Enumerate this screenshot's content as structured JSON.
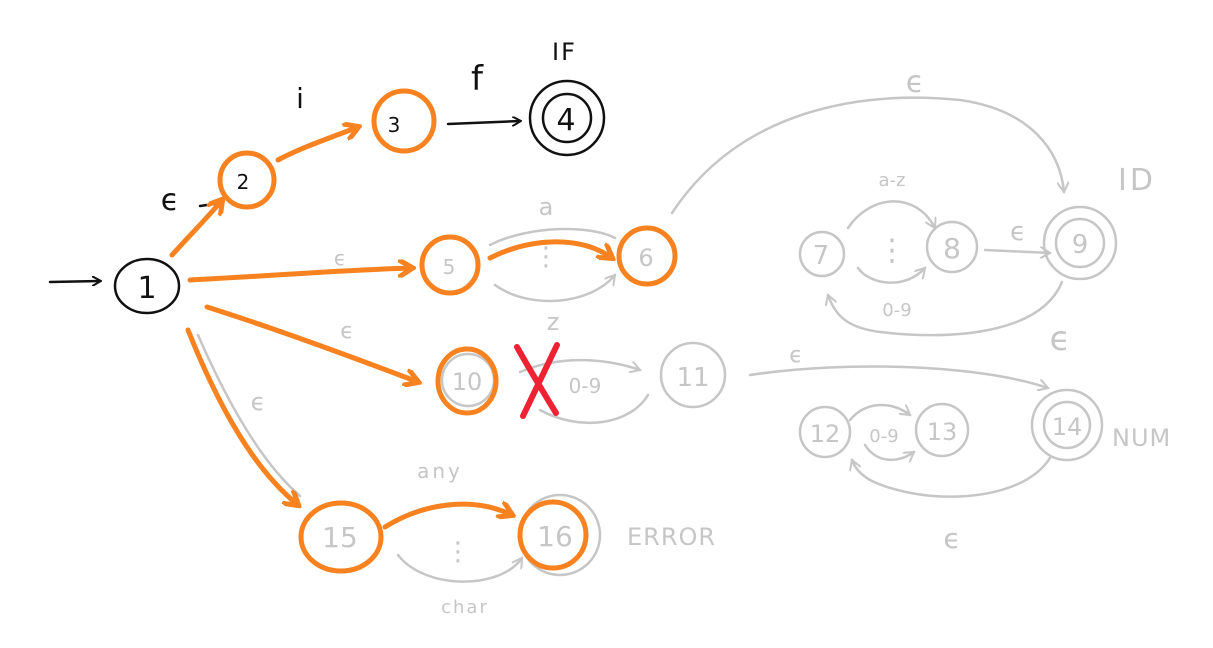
{
  "colors": {
    "ink": "#111111",
    "grey": "#c6c6c6",
    "highlight": "#f7821f",
    "cross": "#ee2233",
    "background": "#ffffff"
  },
  "states": {
    "s1": "1",
    "s2": "2",
    "s3": "3",
    "s4": "4",
    "s5": "5",
    "s6": "6",
    "s7": "7",
    "s8": "8",
    "s9": "9",
    "s10": "10",
    "s11": "11",
    "s12": "12",
    "s13": "13",
    "s14": "14",
    "s15": "15",
    "s16": "16"
  },
  "tokens": {
    "if": "IF",
    "id": "ID",
    "num": "NUM",
    "error": "ERROR"
  },
  "edges": {
    "e_1_2": "ϵ",
    "e_2_3": "i",
    "e_3_4": "f",
    "e_1_5": "ϵ",
    "e_5_6_top": "a",
    "e_5_6_dots": "⋮",
    "e_5_6_bottom": "z",
    "e_6_9": "ϵ",
    "e_7_8_top": "a-z",
    "e_7_8_dots": "⋮",
    "e_8_7_back": "0-9",
    "e_8_9": "ϵ",
    "e_9_7_back": "ϵ",
    "e_1_10": "ϵ",
    "e_10_11": "0-9",
    "e_11_14": "ϵ",
    "e_12_13": "0-9",
    "e_13_12_back": "ϵ",
    "e_1_15": "ϵ",
    "e_15_16_top": "any",
    "e_15_16_dots": "⋮",
    "e_15_16_bottom": "char"
  },
  "marks": {
    "rejected": "X"
  }
}
